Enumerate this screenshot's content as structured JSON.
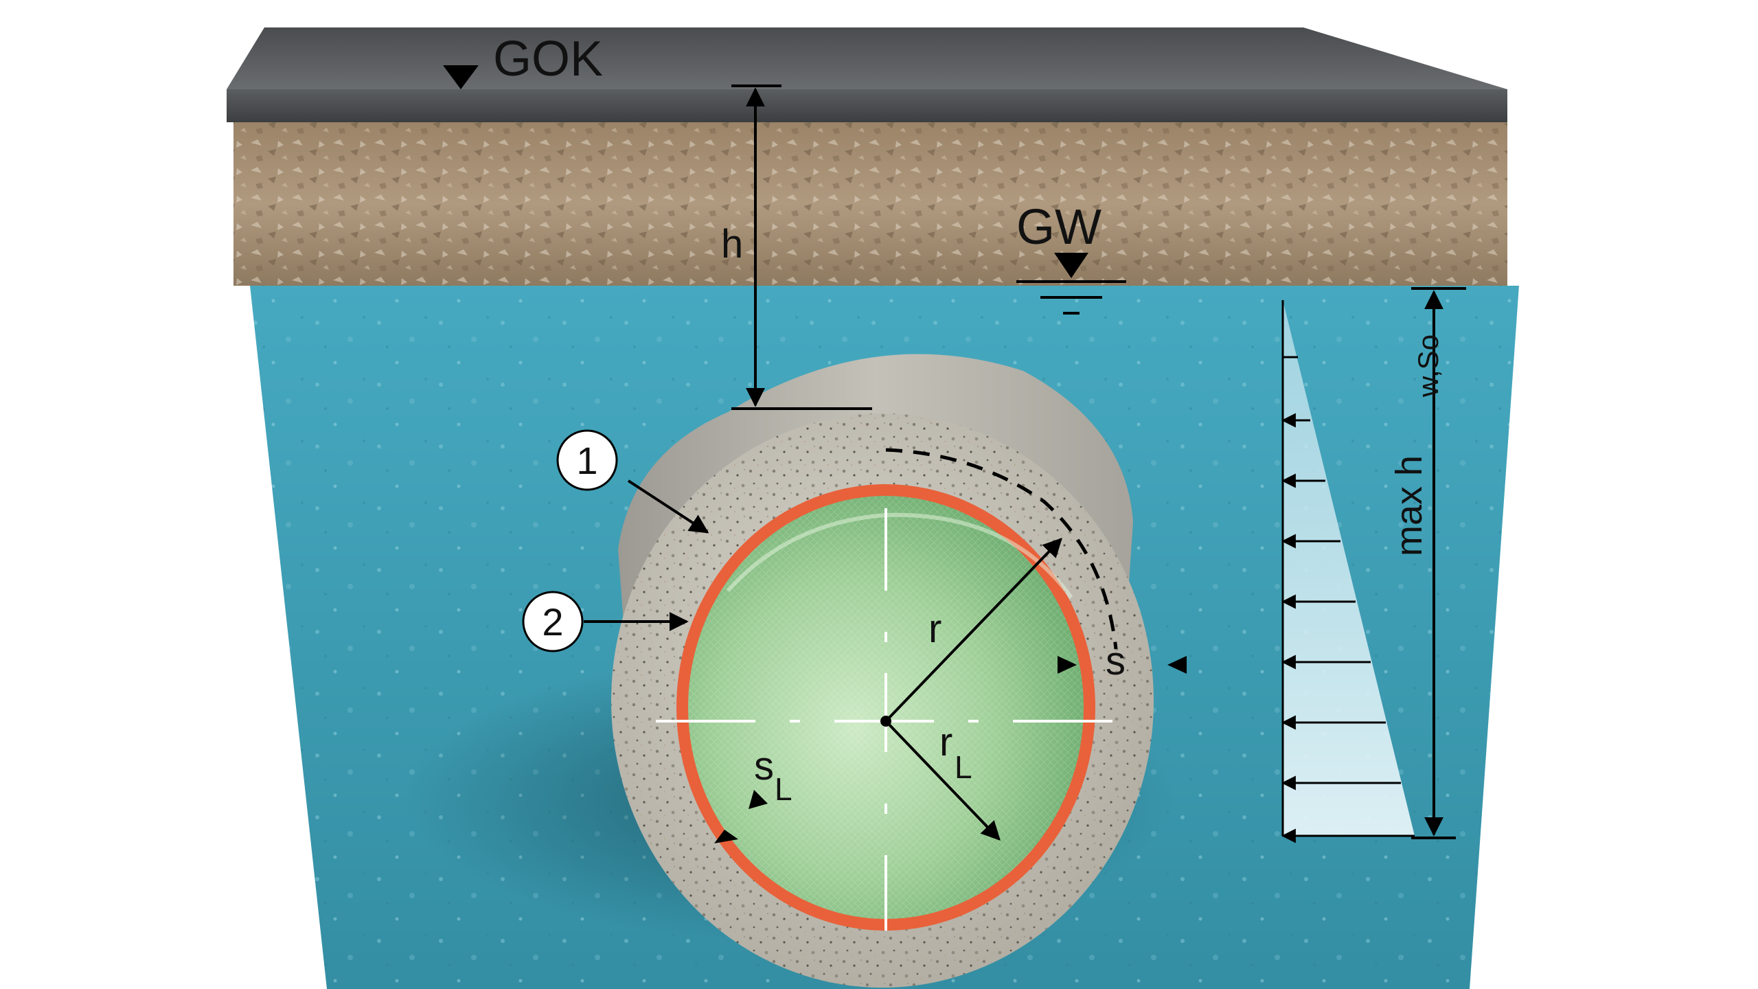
{
  "labels": {
    "gok": "GOK",
    "gw": "GW",
    "h": "h",
    "r": "r",
    "s": "s",
    "s_l_main": "s",
    "s_l_sub": "L",
    "r_l_main": "r",
    "r_l_sub": "L",
    "max_h_main": "max h",
    "max_h_sub": "w,So",
    "callout_1": "1",
    "callout_2": "2"
  },
  "colors": {
    "asphalt": "#55585a",
    "gravel": "#a38d72",
    "groundwater": "#3d9eb5",
    "concrete": "#c9c6bd",
    "liner_edge": "#e8613a",
    "liner_inner": "#a9d8a3",
    "pressure_wedge": "#d7eef4"
  }
}
